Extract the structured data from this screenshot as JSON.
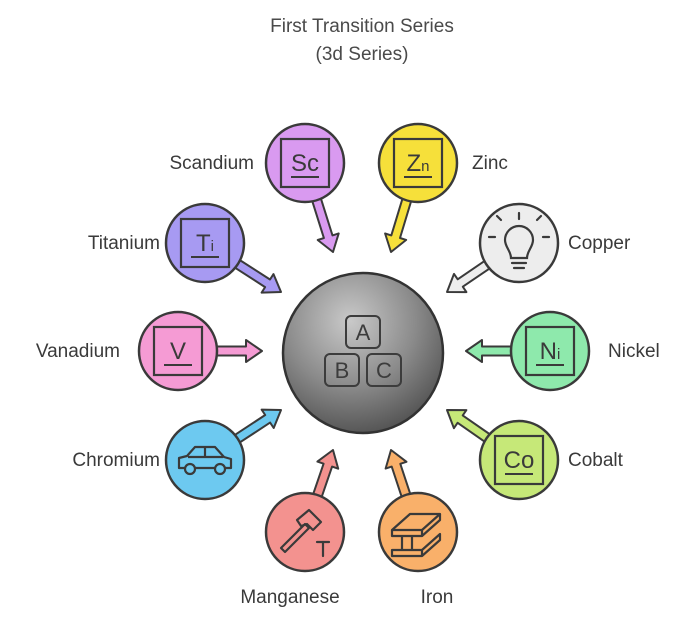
{
  "title": {
    "line1": "First Transition Series",
    "line2": "(3d Series)"
  },
  "hub": {
    "letters": [
      "A",
      "B",
      "C"
    ],
    "icon": "abc-blocks-icon"
  },
  "elements": [
    {
      "id": "scandium",
      "label": "Scandium",
      "symbol": [
        "Sc",
        ""
      ],
      "color": "#d99af0",
      "icon": "element-tile-icon"
    },
    {
      "id": "zinc",
      "label": "Zinc",
      "symbol": [
        "Z",
        "n"
      ],
      "color": "#f6e03a",
      "icon": "element-tile-icon"
    },
    {
      "id": "titanium",
      "label": "Titanium",
      "symbol": [
        "T",
        "i"
      ],
      "color": "#a79af2",
      "icon": "element-tile-icon"
    },
    {
      "id": "copper",
      "label": "Copper",
      "symbol": [],
      "color": "#ededed",
      "icon": "lightbulb-icon"
    },
    {
      "id": "vanadium",
      "label": "Vanadium",
      "symbol": [
        "V",
        ""
      ],
      "color": "#f59bd4",
      "icon": "element-tile-icon"
    },
    {
      "id": "nickel",
      "label": "Nickel",
      "symbol": [
        "N",
        "i"
      ],
      "color": "#8ee9ac",
      "icon": "element-tile-icon"
    },
    {
      "id": "chromium",
      "label": "Chromium",
      "symbol": [],
      "color": "#6dc9f0",
      "icon": "car-icon"
    },
    {
      "id": "cobalt",
      "label": "Cobalt",
      "symbol": [
        "Co",
        ""
      ],
      "color": "#c6e878",
      "icon": "element-tile-icon"
    },
    {
      "id": "manganese",
      "label": "Manganese",
      "symbol": [],
      "color": "#f3928f",
      "icon": "hammer-and-nail-icon"
    },
    {
      "id": "iron",
      "label": "Iron",
      "symbol": [],
      "color": "#f9b06a",
      "icon": "steel-ingot-icon"
    }
  ]
}
